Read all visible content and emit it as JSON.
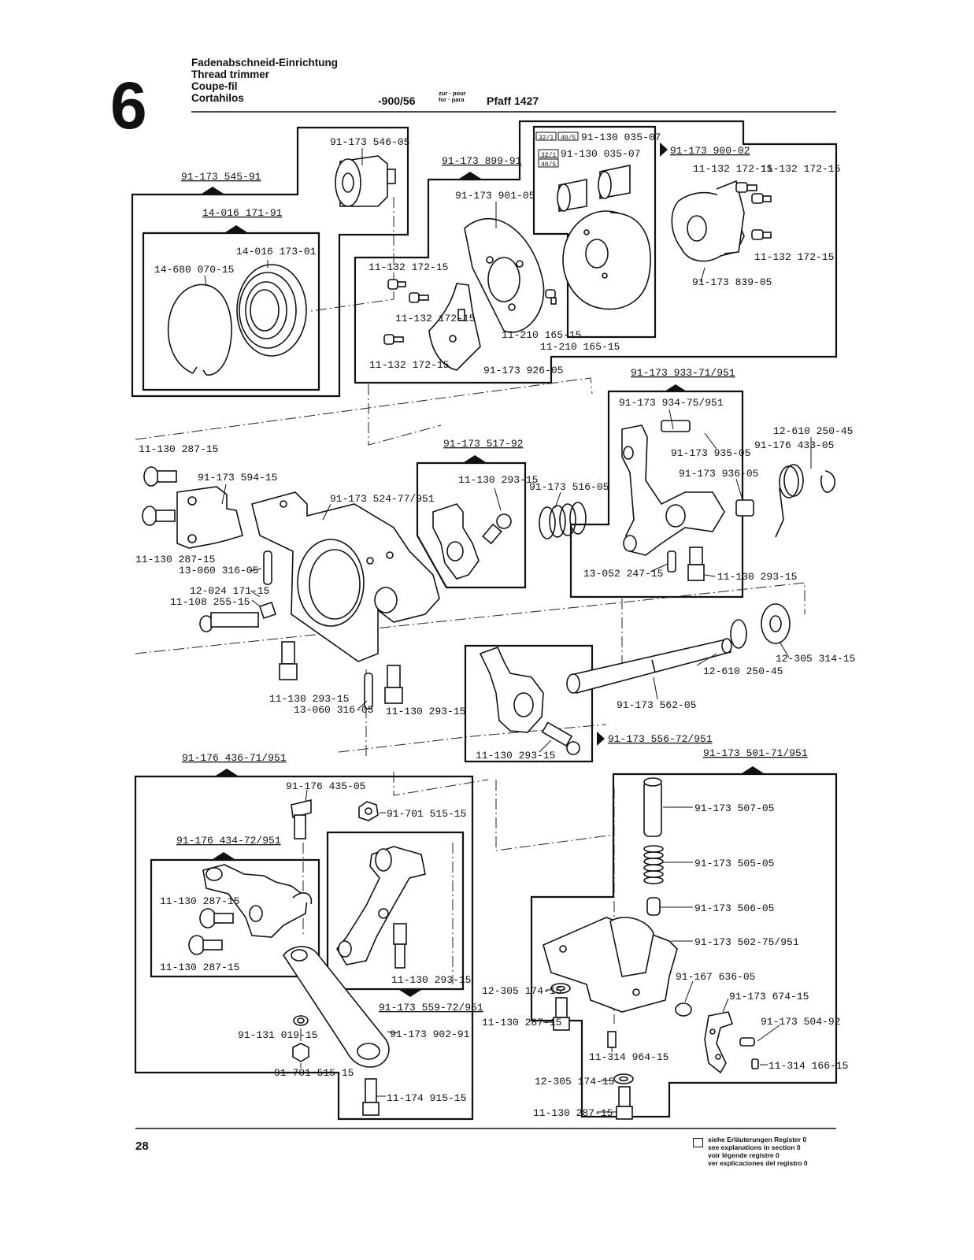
{
  "header": {
    "section_number": "6",
    "titles": [
      "Fadenabschneid-Einrichtung",
      "Thread trimmer",
      "Coupe-fil",
      "Cortahilos"
    ],
    "model_code": "-900/56",
    "for_label_top": "zur · pour",
    "for_label_bottom": "for · para",
    "machine": "Pfaff 1427"
  },
  "assemblies": {
    "a1": "91-173 545-91",
    "a2": "14-016 171-91",
    "a3": "91-173 899-91",
    "a4": "91-173 900-02",
    "a5": "91-173 933-71/951",
    "a6": "91-173 517-92",
    "a7": "91-173 556-72/951",
    "a8": "91-176 436-71/951",
    "a9": "91-176 434-72/951",
    "a10": "91-173 559-72/951",
    "a11": "91-173 501-71/951"
  },
  "register_tags": {
    "t1": "32/1",
    "t2": "40/5",
    "t3": "32/1",
    "t4": "40/5"
  },
  "parts": {
    "p1": "91-173 546-05",
    "p2": "14-016 173-01",
    "p3": "14-680 070-15",
    "p4": "91-173 901-05",
    "p5": "11-132 172-15",
    "p6": "11-132 172-15",
    "p7": "11-132 172-15",
    "p8": "11-210 165-15",
    "p9": "11-210 165-15",
    "p10": "91-173 926-05",
    "p11": "91-130 035-07",
    "p12": "91-130 035-07",
    "p13": "11-132 172-15",
    "p14": "11-132 172-15",
    "p15": "11-132 172-15",
    "p16": "91-173 839-05",
    "p17": "91-173 934-75/951",
    "p18": "91-173 935-05",
    "p19": "91-173 936-05",
    "p20": "12-610 250-45",
    "p21": "91-176 433-05",
    "p22": "13-052 247-15",
    "p23": "11-130 293-15",
    "p24": "11-130 287-15",
    "p25": "91-173 594-15",
    "p26": "91-173 524-77/951",
    "p27": "11-130 287-15",
    "p28": "13-060 316-05",
    "p29": "12-024 171-15",
    "p30": "11-108 255-15",
    "p31": "11-130 293-15",
    "p32": "91-173 516-05",
    "p33": "11-130 293-15",
    "p34": "13-060 316-05",
    "p35": "11-130 293-15",
    "p36": "12-305 314-15",
    "p37": "12-610 250-45",
    "p38": "91-173 562-05",
    "p39": "11-130 293-15",
    "p40": "91-176 435-05",
    "p41": "91-701 515-15",
    "p42": "11-130 287-15",
    "p43": "11-130 287-15",
    "p44": "11-130 293-15",
    "p45": "91-173 902-91",
    "p46": "91-131 019-15",
    "p47": "91-701 515-15",
    "p48": "11-174 915-15",
    "p49": "91-173 507-05",
    "p50": "91-173 505-05",
    "p51": "91-173 506-05",
    "p52": "91-173 502-75/951",
    "p53": "91-167 636-05",
    "p54": "91-173 674-15",
    "p55": "91-173 504-92",
    "p56": "12-305 174-15",
    "p57": "11-130 287-15",
    "p58": "11-314 964-15",
    "p59": "11-314 166-15",
    "p60": "12-305 174-15",
    "p61": "11-130 287-15"
  },
  "footer": {
    "page_number": "28",
    "legend": [
      "siehe Erläuterungen Register 0",
      "see explanations in section 0",
      "voir légende registre 0",
      "ver explicaciones del registro 0"
    ]
  }
}
